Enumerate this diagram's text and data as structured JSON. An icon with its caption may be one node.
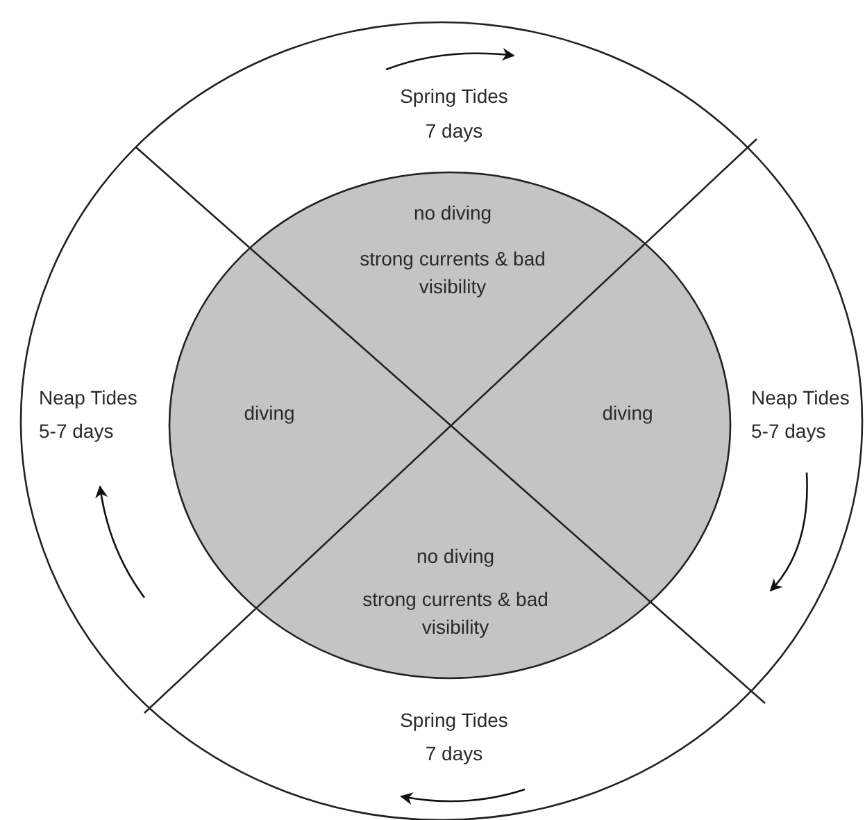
{
  "diagram": {
    "nodes": [
      {
        "text": [
          "Spring Tides",
          "7 days"
        ]
      },
      {
        "text": [
          "no diving",
          "strong currents & bad visibility"
        ]
      },
      {
        "text": [
          "Neap Tides",
          "5-7 days"
        ]
      },
      {
        "text": [
          "diving"
        ]
      },
      {
        "text": [
          "diving"
        ]
      },
      {
        "text": [
          "Neap Tides",
          "5-7 days"
        ]
      },
      {
        "text": [
          "no diving",
          "strong currents & bad visibility"
        ]
      },
      {
        "text": [
          "Spring Tides",
          "7 days"
        ]
      }
    ]
  }
}
